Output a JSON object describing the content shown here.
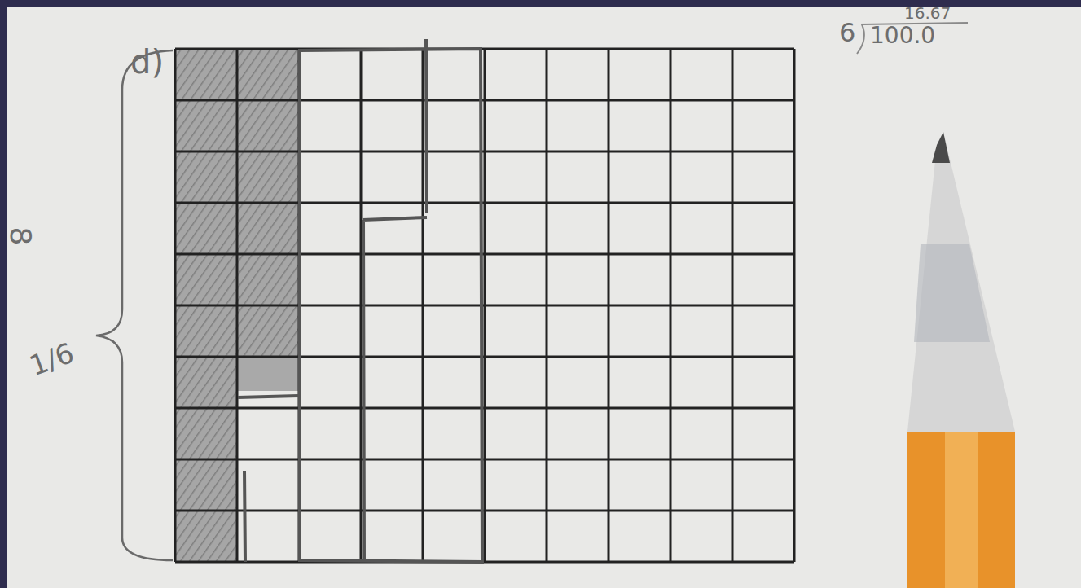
{
  "diagram": {
    "labels": [
      "d)",
      "8",
      "1/6",
      "16.67",
      "6",
      "100.0"
    ]
  }
}
